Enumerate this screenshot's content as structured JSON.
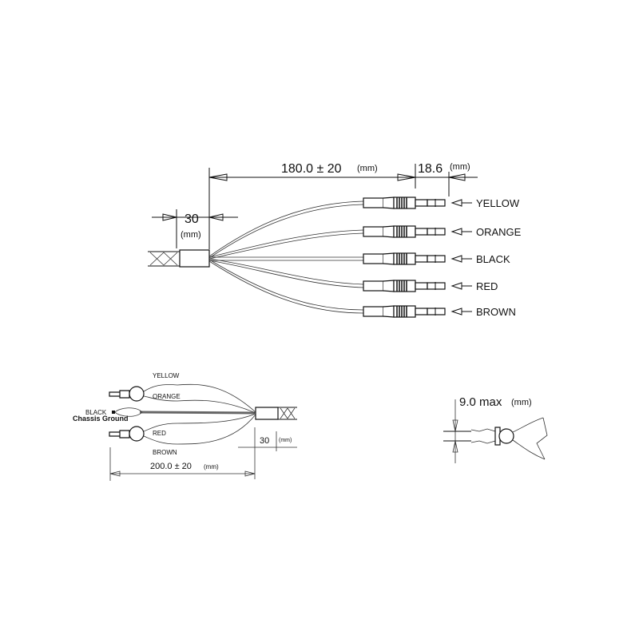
{
  "top": {
    "length_dim": "180.0 ± 20",
    "length_unit": "(mm)",
    "pin_dim": "18.6",
    "pin_unit": "(mm)",
    "sleeve_dim": "30",
    "sleeve_unit": "(mm)",
    "wires": [
      "YELLOW",
      "ORANGE",
      "BLACK",
      "RED",
      "BROWN"
    ]
  },
  "bottom_left": {
    "labels": {
      "yellow": "YELLOW",
      "orange": "ORANGE",
      "black": "BLACK",
      "ground": "Chassis Ground",
      "red": "RED",
      "brown": "BROWN"
    },
    "sleeve_dim": "30",
    "sleeve_unit": "(mm)",
    "length_dim": "200.0 ± 20",
    "length_unit": "(mm)"
  },
  "bottom_right": {
    "diameter_dim": "9.0 max",
    "diameter_unit": "(mm)"
  }
}
